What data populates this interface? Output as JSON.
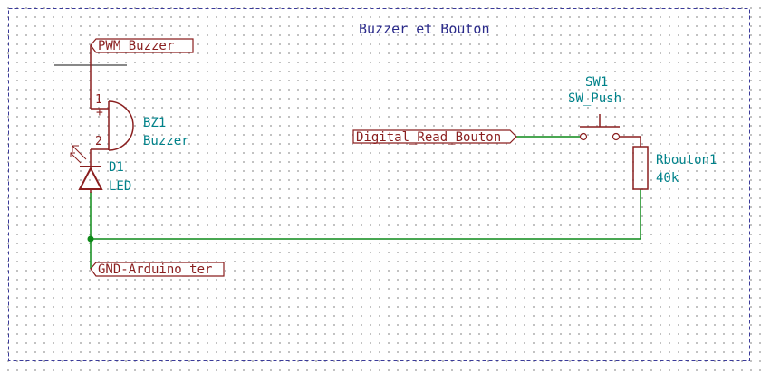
{
  "sheet": {
    "title": "Buzzer et Bouton"
  },
  "labels": {
    "pwm_buzzer": "PWM_Buzzer",
    "digital_read_bouton": "Digital_Read_Bouton",
    "gnd": "GND-Arduino_ter"
  },
  "components": {
    "buzzer": {
      "ref": "BZ1",
      "value": "Buzzer",
      "pin1": "1",
      "pin2": "2",
      "plus": "+"
    },
    "led": {
      "ref": "D1",
      "value": "LED"
    },
    "switch": {
      "ref": "SW1",
      "value": "SW_Push"
    },
    "resistor": {
      "ref": "Rbouton1",
      "value": "40k"
    }
  },
  "colors": {
    "wire": "#0d8a18",
    "symbol": "#8a1f1f",
    "reference": "#00828a",
    "frame": "#3a3a9a",
    "junction": "#0d8a18"
  }
}
